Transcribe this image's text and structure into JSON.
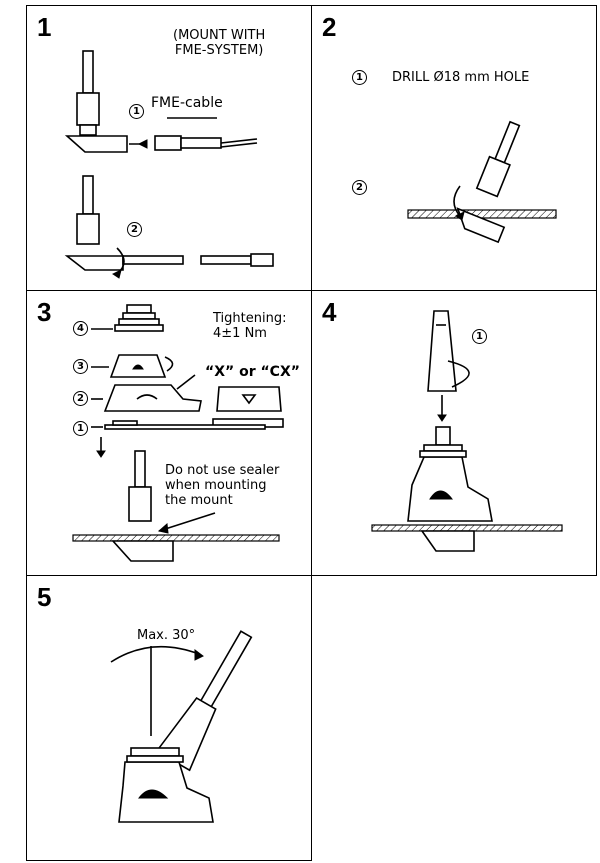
{
  "panels": [
    {
      "num": "1",
      "note": "(MOUNT WITH\nFME-SYSTEM)",
      "step1": "1",
      "step1_label": "FME-cable",
      "step2": "2"
    },
    {
      "num": "2",
      "step1": "1",
      "step1_label": "DRILL Ø18 mm HOLE",
      "step2": "2"
    },
    {
      "num": "3",
      "tighten": "Tightening:\n4±1 Nm",
      "x_or_cx": "“X” or “CX”",
      "sealer": "Do not use sealer\nwhen mounting\nthe mount",
      "s1": "1",
      "s2": "2",
      "s3": "3",
      "s4": "4"
    },
    {
      "num": "4",
      "step1": "1"
    },
    {
      "num": "5",
      "max": "Max. 30°"
    }
  ]
}
